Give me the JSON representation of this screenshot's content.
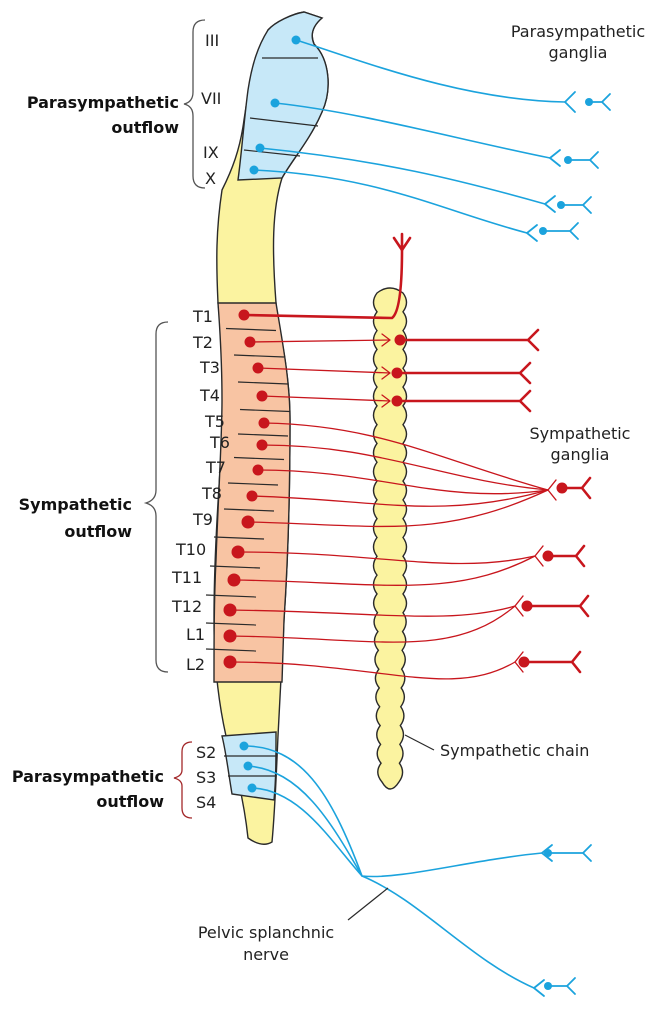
{
  "colors": {
    "parasympathetic": "#1ba3dd",
    "sympathetic": "#c8161d",
    "cord_fill": "#fbf3a0",
    "para_segment_fill": "#c7e8f8",
    "sym_segment_fill": "#f8c4a3",
    "outline": "#2a2a2a",
    "bracket_cranial": "#555555",
    "bracket_sacral": "#a3282a"
  },
  "labels": {
    "parasympathetic_ganglia": [
      "Parasympathetic",
      "ganglia"
    ],
    "sympathetic_ganglia": [
      "Sympathetic",
      "ganglia"
    ],
    "sympathetic_chain": "Sympathetic chain",
    "pelvic_splanchnic_nerve": [
      "Pelvic splanchnic",
      "nerve"
    ],
    "parasympathetic_outflow_top": [
      "Parasympathetic",
      "outflow"
    ],
    "sympathetic_outflow": [
      "Sympathetic",
      "outflow"
    ],
    "parasympathetic_outflow_bottom": [
      "Parasympathetic",
      "outflow"
    ]
  },
  "cranial_segments": [
    "III",
    "VII",
    "IX",
    "X"
  ],
  "thoracolumbar_segments": [
    "T1",
    "T2",
    "T3",
    "T4",
    "T5",
    "T6",
    "T7",
    "T8",
    "T9",
    "T10",
    "T11",
    "T12",
    "L1",
    "L2"
  ],
  "sacral_segments": [
    "S2",
    "S3",
    "S4"
  ]
}
